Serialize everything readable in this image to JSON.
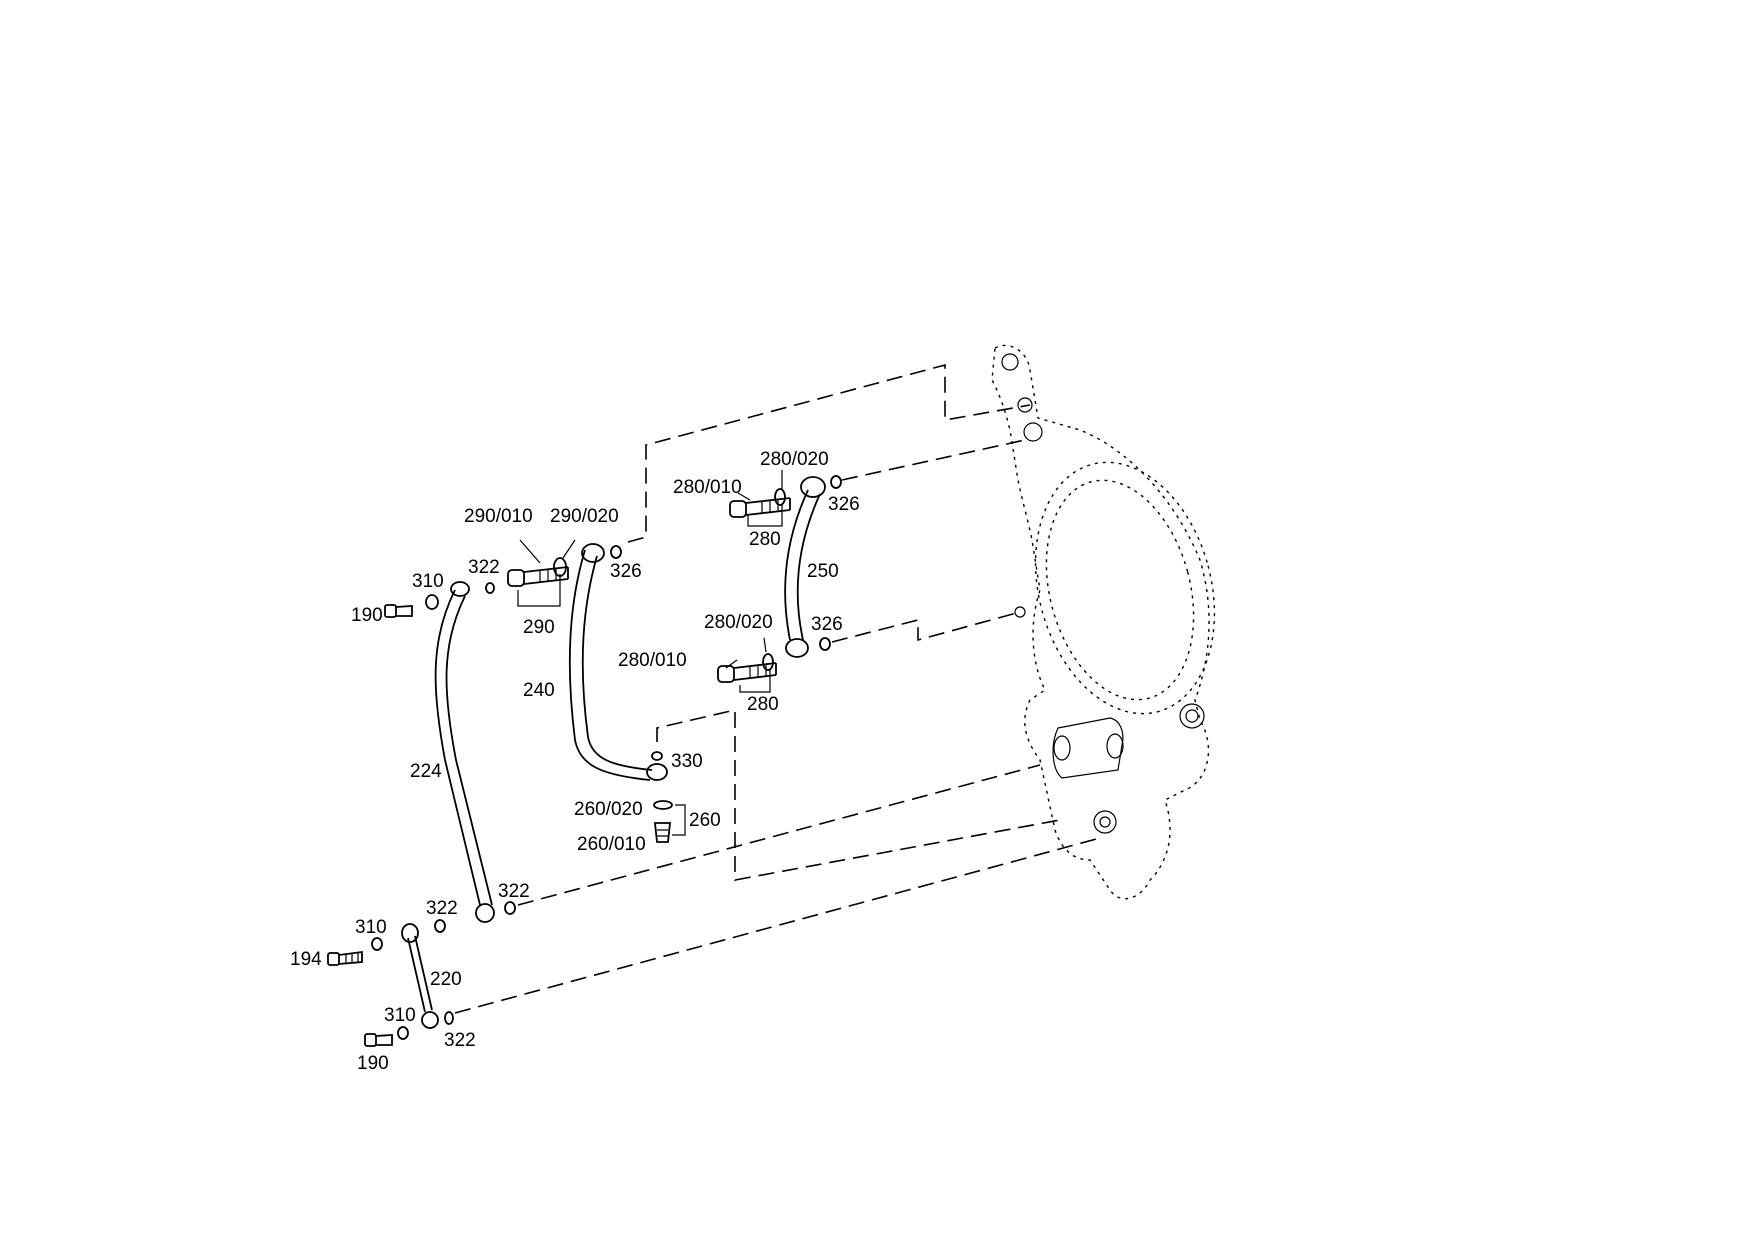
{
  "labels": {
    "l_190_a": "190",
    "l_310_a": "310",
    "l_322_a": "322",
    "l_290_010": "290/010",
    "l_290_020": "290/020",
    "l_290": "290",
    "l_326_a": "326",
    "l_240": "240",
    "l_224": "224",
    "l_280_010_a": "280/010",
    "l_280_020_a": "280/020",
    "l_280_a": "280",
    "l_326_b": "326",
    "l_250": "250",
    "l_326_c": "326",
    "l_280_020_b": "280/020",
    "l_280_010_b": "280/010",
    "l_280_b": "280",
    "l_330": "330",
    "l_260_020": "260/020",
    "l_260": "260",
    "l_260_010": "260/010",
    "l_322_b": "322",
    "l_322_c": "322",
    "l_310_b": "310",
    "l_194": "194",
    "l_220": "220",
    "l_310_c": "310",
    "l_322_d": "322",
    "l_190_b": "190"
  }
}
